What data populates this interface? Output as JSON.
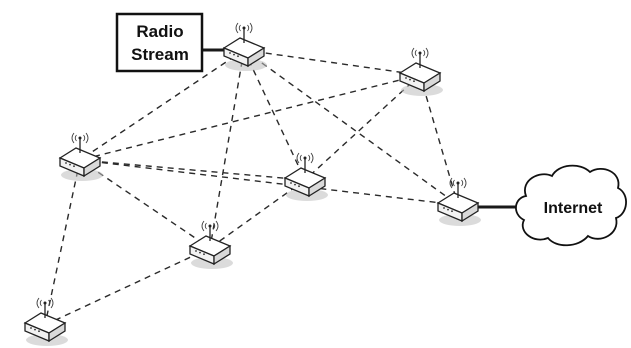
{
  "source_box": {
    "line1": "Radio",
    "line2": "Stream"
  },
  "cloud": {
    "label": "Internet"
  },
  "colors": {
    "line": "#2a2a2a",
    "box_border": "#111111",
    "background": "#ffffff"
  },
  "icons": {
    "router": "wireless-router-icon",
    "cloud": "cloud-icon"
  }
}
